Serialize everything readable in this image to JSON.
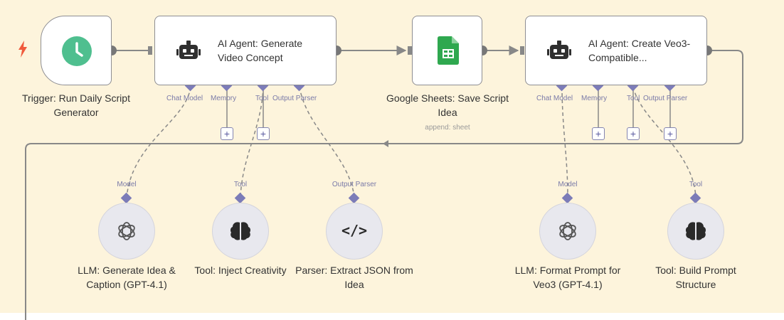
{
  "trigger": {
    "label": "Trigger: Run Daily Script Generator"
  },
  "agent_concept": {
    "title": "AI Agent: Generate Video Concept",
    "ports": {
      "chat_model": "Chat Model",
      "memory": "Memory",
      "tool": "Tool",
      "output_parser": "Output Parser"
    }
  },
  "sheets": {
    "label": "Google Sheets: Save Script Idea",
    "sublabel": "append: sheet"
  },
  "agent_veo": {
    "title": "AI Agent: Create Veo3-Compatible...",
    "ports": {
      "chat_model": "Chat Model",
      "memory": "Memory",
      "tool": "Tool",
      "output_parser": "Output Parser"
    }
  },
  "subnodes": [
    {
      "port_label": "Model",
      "label": "LLM: Generate Idea & Caption (GPT-4.1)",
      "icon": "openai-icon"
    },
    {
      "port_label": "Tool",
      "label": "Tool: Inject Creativity",
      "icon": "brain-icon"
    },
    {
      "port_label": "Output Parser",
      "label": "Parser: Extract JSON from Idea",
      "icon": "code-icon",
      "glyph": "</>"
    },
    {
      "port_label": "Model",
      "label": "LLM: Format Prompt for Veo3 (GPT-4.1)",
      "icon": "openai-icon"
    },
    {
      "port_label": "Tool",
      "label": "Tool: Build Prompt Structure",
      "icon": "brain-icon"
    }
  ],
  "plus_glyph": "+",
  "colors": {
    "trigger": "#4fbf8f",
    "sheets": "#2fa84f",
    "port": "#7c7cb8",
    "wire": "#888888",
    "bolt": "#f05a3c"
  }
}
